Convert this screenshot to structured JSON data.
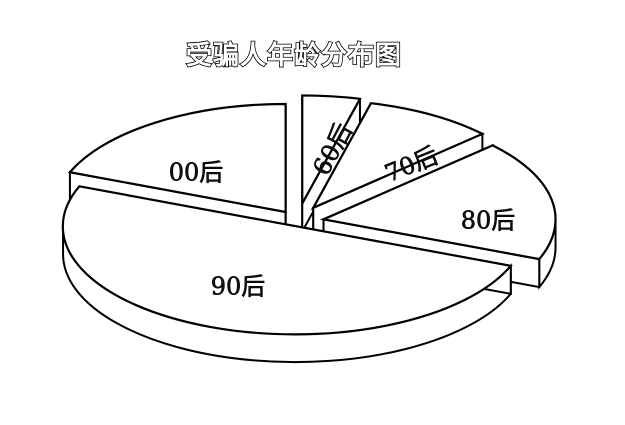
{
  "colors": {
    "fill": "#ffffff",
    "stroke": "#000000"
  },
  "chart_data": {
    "type": "pie",
    "style": "3d-exploded",
    "title": "受骗人年龄分布图",
    "legend": "none",
    "categories": [
      "60后",
      "70后",
      "80后",
      "90后",
      "00后"
    ],
    "values": [
      4,
      9,
      18,
      50,
      19
    ]
  }
}
